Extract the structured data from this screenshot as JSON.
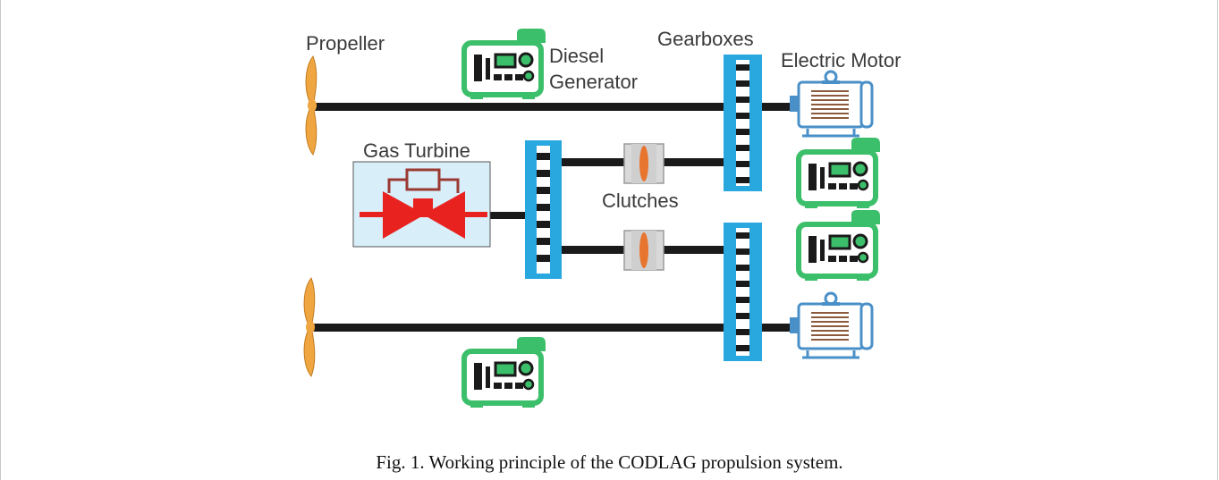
{
  "labels": {
    "propeller": "Propeller",
    "diesel_generator_line1": "Diesel",
    "diesel_generator_line2": "Generator",
    "gearboxes": "Gearboxes",
    "electric_motor": "Electric Motor",
    "gas_turbine": "Gas Turbine",
    "clutches": "Clutches"
  },
  "caption": "Fig. 1. Working principle of the CODLAG propulsion system.",
  "colors": {
    "shaft": "#1a1a1a",
    "gearbox": "#29a8e0",
    "generator": "#3cbf6a",
    "motor": "#4a90c8",
    "turbine_body": "#e8231f",
    "turbine_box_fill": "#d8eef9",
    "propeller": "#f0a640",
    "clutch": "#e8752e"
  },
  "icons": {
    "propeller": "propeller-icon",
    "generator": "diesel-generator-icon",
    "motor": "electric-motor-icon",
    "turbine": "gas-turbine-icon",
    "gearbox": "gearbox-icon",
    "clutch": "clutch-icon"
  }
}
